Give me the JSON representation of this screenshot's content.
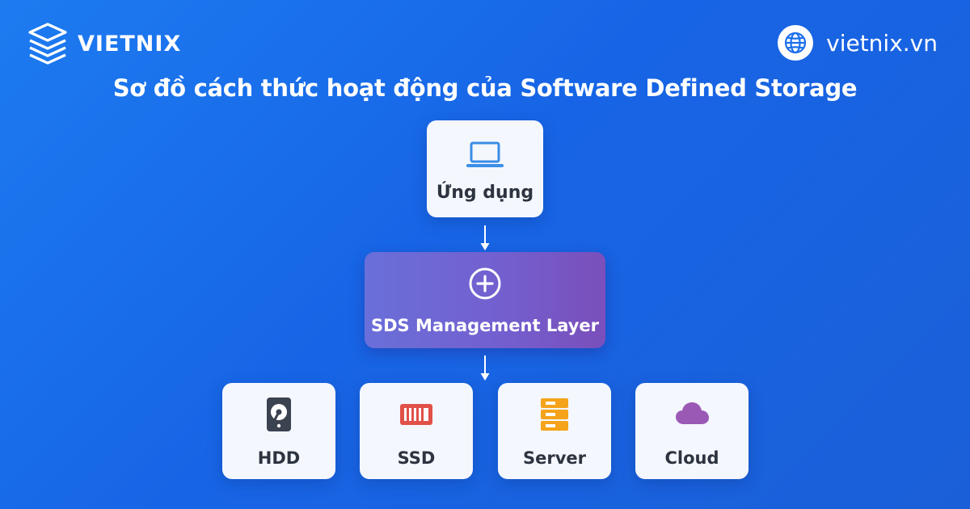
{
  "header": {
    "brand_name": "VIETNIX",
    "site_url": "vietnix.vn"
  },
  "diagram": {
    "title": "Sơ đồ cách thức hoạt động của Software Defined Storage",
    "nodes": {
      "application": {
        "label": "Ứng dụng",
        "icon": "laptop-icon"
      },
      "sds_layer": {
        "label": "SDS Management Layer",
        "icon": "plus-circle-icon"
      },
      "storage": [
        {
          "label": "HDD",
          "icon": "hard-drive-icon"
        },
        {
          "label": "SSD",
          "icon": "memory-icon"
        },
        {
          "label": "Server",
          "icon": "server-icon"
        },
        {
          "label": "Cloud",
          "icon": "cloud-icon"
        }
      ]
    },
    "edges": [
      {
        "from": "Ứng dụng",
        "to": "SDS Management Layer"
      },
      {
        "from": "SDS Management Layer",
        "to": "HDD / SSD / Server / Cloud"
      }
    ]
  },
  "colors": {
    "background": "#1d6fec",
    "node_background": "#f4f7fd",
    "sds_gradient_start": "#6a6fd9",
    "sds_gradient_end": "#7a4fbb",
    "laptop": "#3a8ee6",
    "hdd": "#3b4250",
    "ssd": "#e05148",
    "server": "#f5a31a",
    "cloud": "#9b59b6"
  }
}
